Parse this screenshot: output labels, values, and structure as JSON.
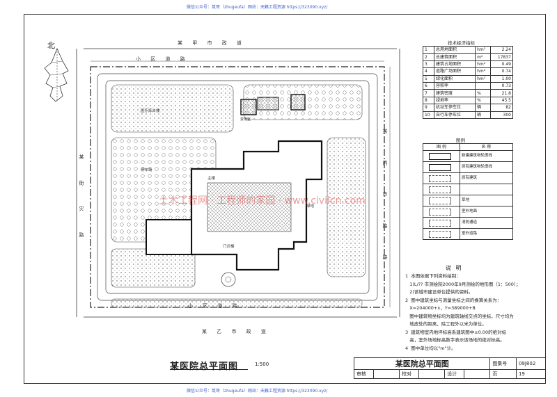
{
  "header_top": "微信公众号：筑哥（zhugeufa）网站：天籁工程资源 https://323090.xyz/",
  "header_bottom": "微信公众号：筑哥（zhugeufa）网站：天籁工程资源 https://323090.xyz/",
  "north_label": "北",
  "roads": {
    "top_outer": "某 甲 市 政 道",
    "top_inner": "小 区 道 路",
    "bottom_outer": "某 乙 市 政 道",
    "left": "某 街 灾 路",
    "right": "某 丙 市 路 路",
    "inner_bottom": "小 区 道 路"
  },
  "buildings": [
    {
      "label": "医疗综合楼"
    },
    {
      "label": "门诊楼"
    },
    {
      "label": "变电室"
    },
    {
      "label": "停车场"
    },
    {
      "label": "主楼"
    },
    {
      "label": "绿地"
    }
  ],
  "watermark": "土木工程网 · 工程师的家园 · www.civilcn.com",
  "indicator_table": {
    "title": "技术经济指标",
    "rows": [
      {
        "no": "1",
        "name": "总用地面积",
        "unit": "hm²",
        "value": "2.24"
      },
      {
        "no": "2",
        "name": "总建筑面积",
        "unit": "m²",
        "value": "17837"
      },
      {
        "no": "3",
        "name": "建筑占地面积",
        "unit": "hm²",
        "value": "0.49"
      },
      {
        "no": "4",
        "name": "道路广场面积",
        "unit": "hm²",
        "value": "0.74"
      },
      {
        "no": "5",
        "name": "绿化面积",
        "unit": "hm²",
        "value": "1.00"
      },
      {
        "no": "6",
        "name": "容积率",
        "unit": "",
        "value": "0.73"
      },
      {
        "no": "7",
        "name": "建筑密度",
        "unit": "%",
        "value": "21.8"
      },
      {
        "no": "8",
        "name": "绿地率",
        "unit": "%",
        "value": "45.5"
      },
      {
        "no": "9",
        "name": "机动车停车位",
        "unit": "辆",
        "value": "82"
      },
      {
        "no": "10",
        "name": "自行车停车位",
        "unit": "辆",
        "value": "300"
      }
    ]
  },
  "legend": {
    "title": "图例",
    "col_symbol": "图 例",
    "col_name": "名 称",
    "items": [
      {
        "symbol": "",
        "name": "新建建筑物轮廓线"
      },
      {
        "symbol": "",
        "name": "原有建筑物轮廓线"
      },
      {
        "symbol": "",
        "name": "原有建筑"
      },
      {
        "symbol": "",
        "name": ""
      },
      {
        "symbol": "",
        "name": "草地"
      },
      {
        "symbol": "",
        "name": "室外地面"
      },
      {
        "symbol": "",
        "name": "消防通道"
      },
      {
        "symbol": "",
        "name": "室外道路"
      }
    ]
  },
  "notes": {
    "title": "说  明",
    "lines": [
      "1  本图依据下列资料绘制：",
      "   1)L/?? 市测绘院2000年9月测绘的地形图（1：500）；",
      "   2)该城市建设单位提供的资料。",
      "2  图中建筑坐标与测量坐标之间的换算关系为：",
      "   X=204000+x，Y=389000+B",
      "   图中建筑物坐标均为建筑轴线交点的坐标，尺寸均为",
      "   地皮处的距离，除工程外以米为单位。",
      "3  建筑物室内地坪标高系建筑图中±0.00的绝对标",
      "   高，室外场地标高数字表示该场地的绝对标高。",
      "4  图中单位均以\"m\"计。"
    ]
  },
  "drawing_title": "某医院总平面图",
  "drawing_scale": "1:500",
  "title_block": {
    "name": "某医院总平面图",
    "atlas_label": "图集号",
    "atlas_value": "09J802",
    "page_label": "页",
    "page_value": "19",
    "review_label": "审核",
    "check_label": "校对",
    "design_label": "设计"
  }
}
